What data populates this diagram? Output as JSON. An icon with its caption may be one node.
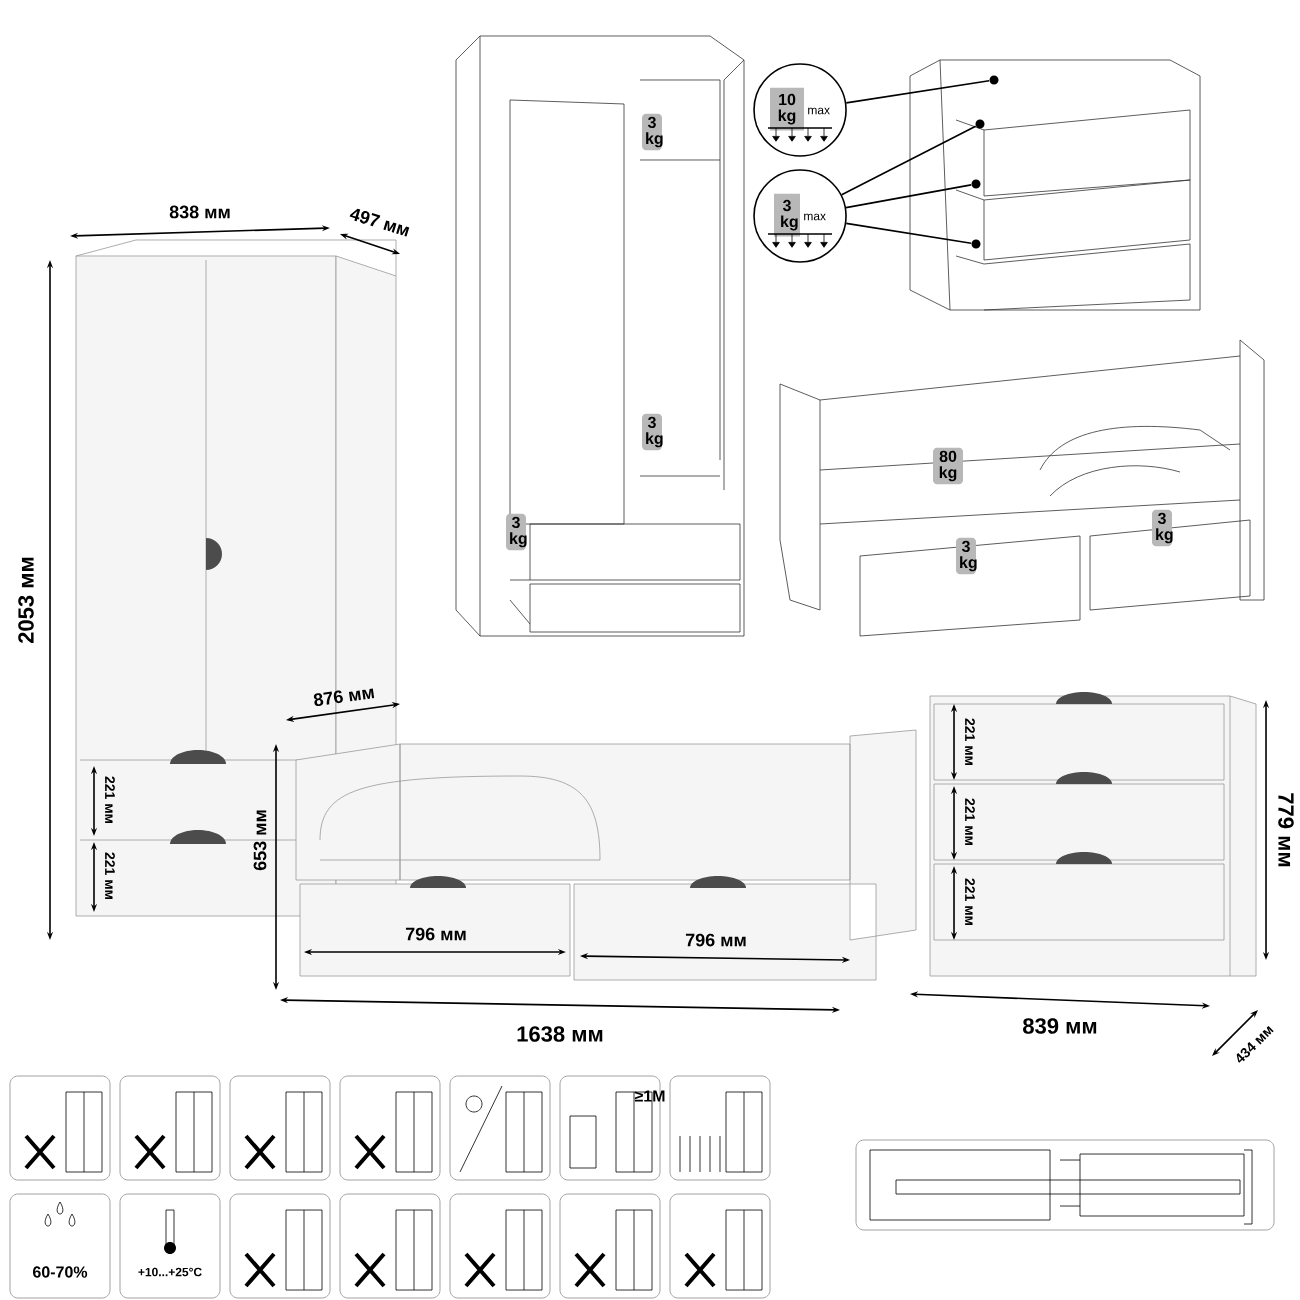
{
  "diagram": {
    "nodes": [
      {
        "text": [
          "3 kg"
        ]
      },
      {
        "text": [
          "3 kg"
        ]
      },
      {
        "text": [
          "3 kg"
        ]
      },
      {
        "text": [
          "10 kg",
          "max"
        ]
      },
      {
        "text": [
          "3 kg",
          "max"
        ]
      },
      {
        "text": [
          "80 kg"
        ]
      },
      {
        "text": [
          "3 kg"
        ]
      },
      {
        "text": [
          "3 kg"
        ]
      },
      {
        "text": [],
        "shape": "circle"
      },
      {
        "text": [],
        "shape": "circle"
      },
      {
        "text": [],
        "shape": "circle"
      },
      {
        "text": [],
        "shape": "circle"
      }
    ],
    "edges": [
      {
        "from": 3,
        "to": 8,
        "arrow": "none"
      },
      {
        "from": 4,
        "to": 9,
        "arrow": "none"
      },
      {
        "from": 4,
        "to": 10,
        "arrow": "none"
      },
      {
        "from": 4,
        "to": 11,
        "arrow": "none"
      }
    ],
    "labels": [
      "838 мм",
      "497 мм",
      "2053 мм",
      "221 мм",
      "221 мм",
      "876 мм",
      "653 мм",
      "796 мм",
      "796 мм",
      "1638 мм",
      "221 мм",
      "221 мм",
      "221 мм",
      "779 мм",
      "839 мм",
      "434 мм",
      "≥1М",
      "60-70%",
      "+10...+25°C"
    ]
  }
}
